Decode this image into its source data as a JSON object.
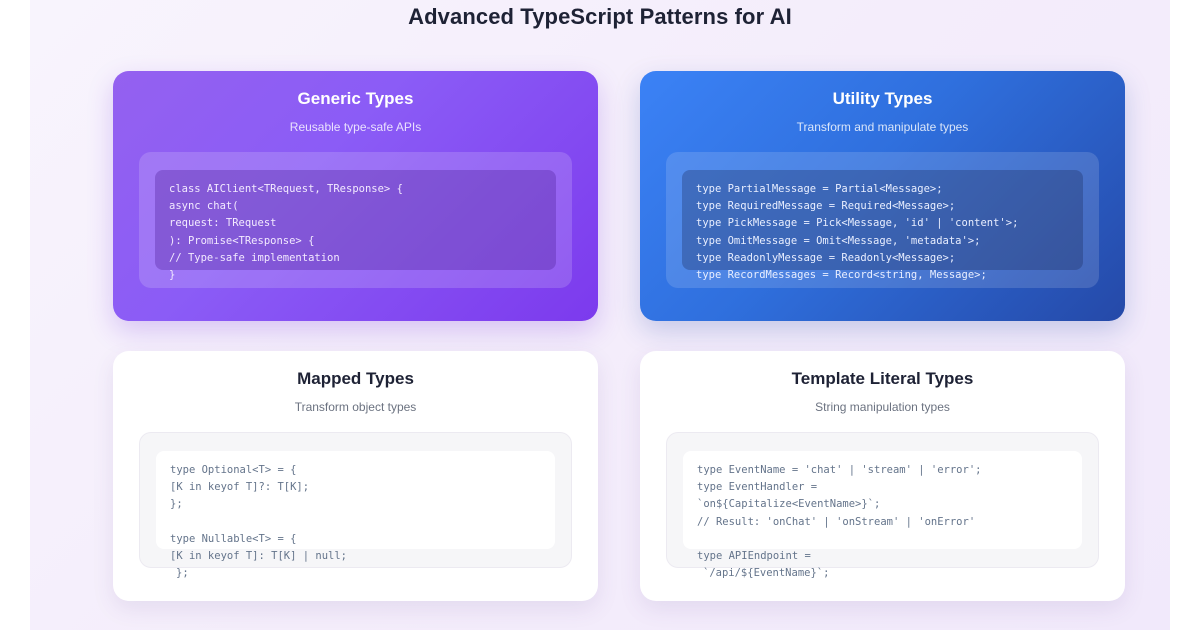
{
  "header": {
    "title": "Advanced TypeScript Patterns for AI"
  },
  "theme": {
    "page_background": "#f5eefb",
    "purple_card_from": "#9461f0",
    "purple_card_to": "#7c3aed",
    "blue_card_from": "#3b82f6",
    "blue_card_to": "#2549a8",
    "light_card_background": "#ffffff",
    "title_color": "#1e2235",
    "muted_text": "#6b7280",
    "light_code_text": "#64748b"
  },
  "cards": [
    {
      "id": "generic-types",
      "title": "Generic Types",
      "subtitle": "Reusable type-safe APIs",
      "style": "purple",
      "code_lines": [
        "class AIClient<TRequest, TResponse> {",
        "async chat(",
        "request: TRequest",
        "): Promise<TResponse> {",
        "// Type-safe implementation",
        "}"
      ]
    },
    {
      "id": "utility-types",
      "title": "Utility Types",
      "subtitle": "Transform and manipulate types",
      "style": "blue",
      "code_lines": [
        "type PartialMessage = Partial<Message>;",
        "type RequiredMessage = Required<Message>;",
        "type PickMessage = Pick<Message, 'id' | 'content'>;",
        "type OmitMessage = Omit<Message, 'metadata'>;",
        "type ReadonlyMessage = Readonly<Message>;",
        "type RecordMessages = Record<string, Message>;"
      ]
    },
    {
      "id": "mapped-types",
      "title": "Mapped Types",
      "subtitle": "Transform object types",
      "style": "light",
      "code_lines": [
        "type Optional<T> = {",
        "[K in keyof T]?: T[K];",
        "};",
        "",
        "type Nullable<T> = {",
        "[K in keyof T]: T[K] | null;",
        "};"
      ]
    },
    {
      "id": "template-literal-types",
      "title": "Template Literal Types",
      "subtitle": "String manipulation types",
      "style": "light",
      "code_lines": [
        "type EventName = 'chat' | 'stream' | 'error';",
        "type EventHandler =",
        "`on${Capitalize<EventName>}`;",
        "// Result: 'onChat' | 'onStream' | 'onError'",
        "",
        "type APIEndpoint =",
        "`/api/${EventName}`;"
      ]
    }
  ]
}
